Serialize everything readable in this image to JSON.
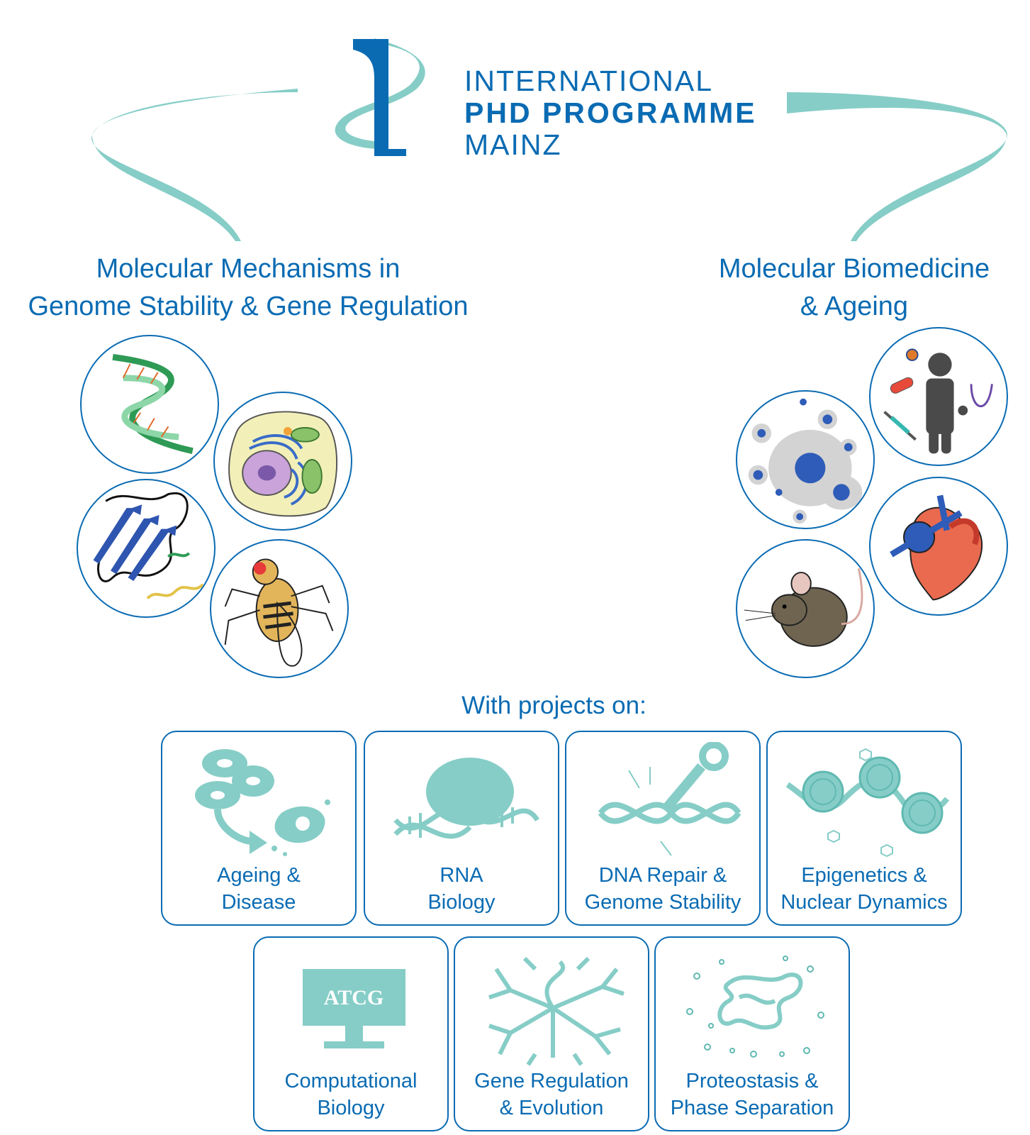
{
  "header": {
    "logo_line1": "INTERNATIONAL",
    "logo_line2": "PHD PROGRAMME",
    "logo_line3": "MAINZ"
  },
  "tracks": {
    "left": {
      "line1": "Molecular Mechanisms in",
      "line2": "Genome Stability & Gene Regulation",
      "icons": [
        "dna-icon",
        "cell-icon",
        "protein-icon",
        "fruit-fly-icon"
      ]
    },
    "right": {
      "line1": "Molecular Biomedicine",
      "line2": "& Ageing",
      "icons": [
        "patient-medicine-icon",
        "cells-icon",
        "heart-icon",
        "mouse-icon"
      ]
    }
  },
  "projects": {
    "title": "With projects on:",
    "items": [
      {
        "line1": "Ageing &",
        "line2": "Disease",
        "icon": "ageing-cells-icon"
      },
      {
        "line1": "RNA",
        "line2": "Biology",
        "icon": "rna-icon"
      },
      {
        "line1": "DNA Repair &",
        "line2": "Genome Stability",
        "icon": "dna-repair-icon"
      },
      {
        "line1": "Epigenetics &",
        "line2": "Nuclear Dynamics",
        "icon": "nucleosome-icon"
      },
      {
        "line1": "Computational",
        "line2": "Biology",
        "icon": "monitor-icon",
        "screen_text": "ATCG"
      },
      {
        "line1": "Gene Regulation",
        "line2": "& Evolution",
        "icon": "evolution-tree-icon"
      },
      {
        "line1": "Proteostasis &",
        "line2": "Phase Separation",
        "icon": "condensate-icon"
      }
    ]
  },
  "colors": {
    "brand_blue": "#0a6bb3",
    "teal": "#86cdc7",
    "teal_dark": "#5fb9b1"
  }
}
